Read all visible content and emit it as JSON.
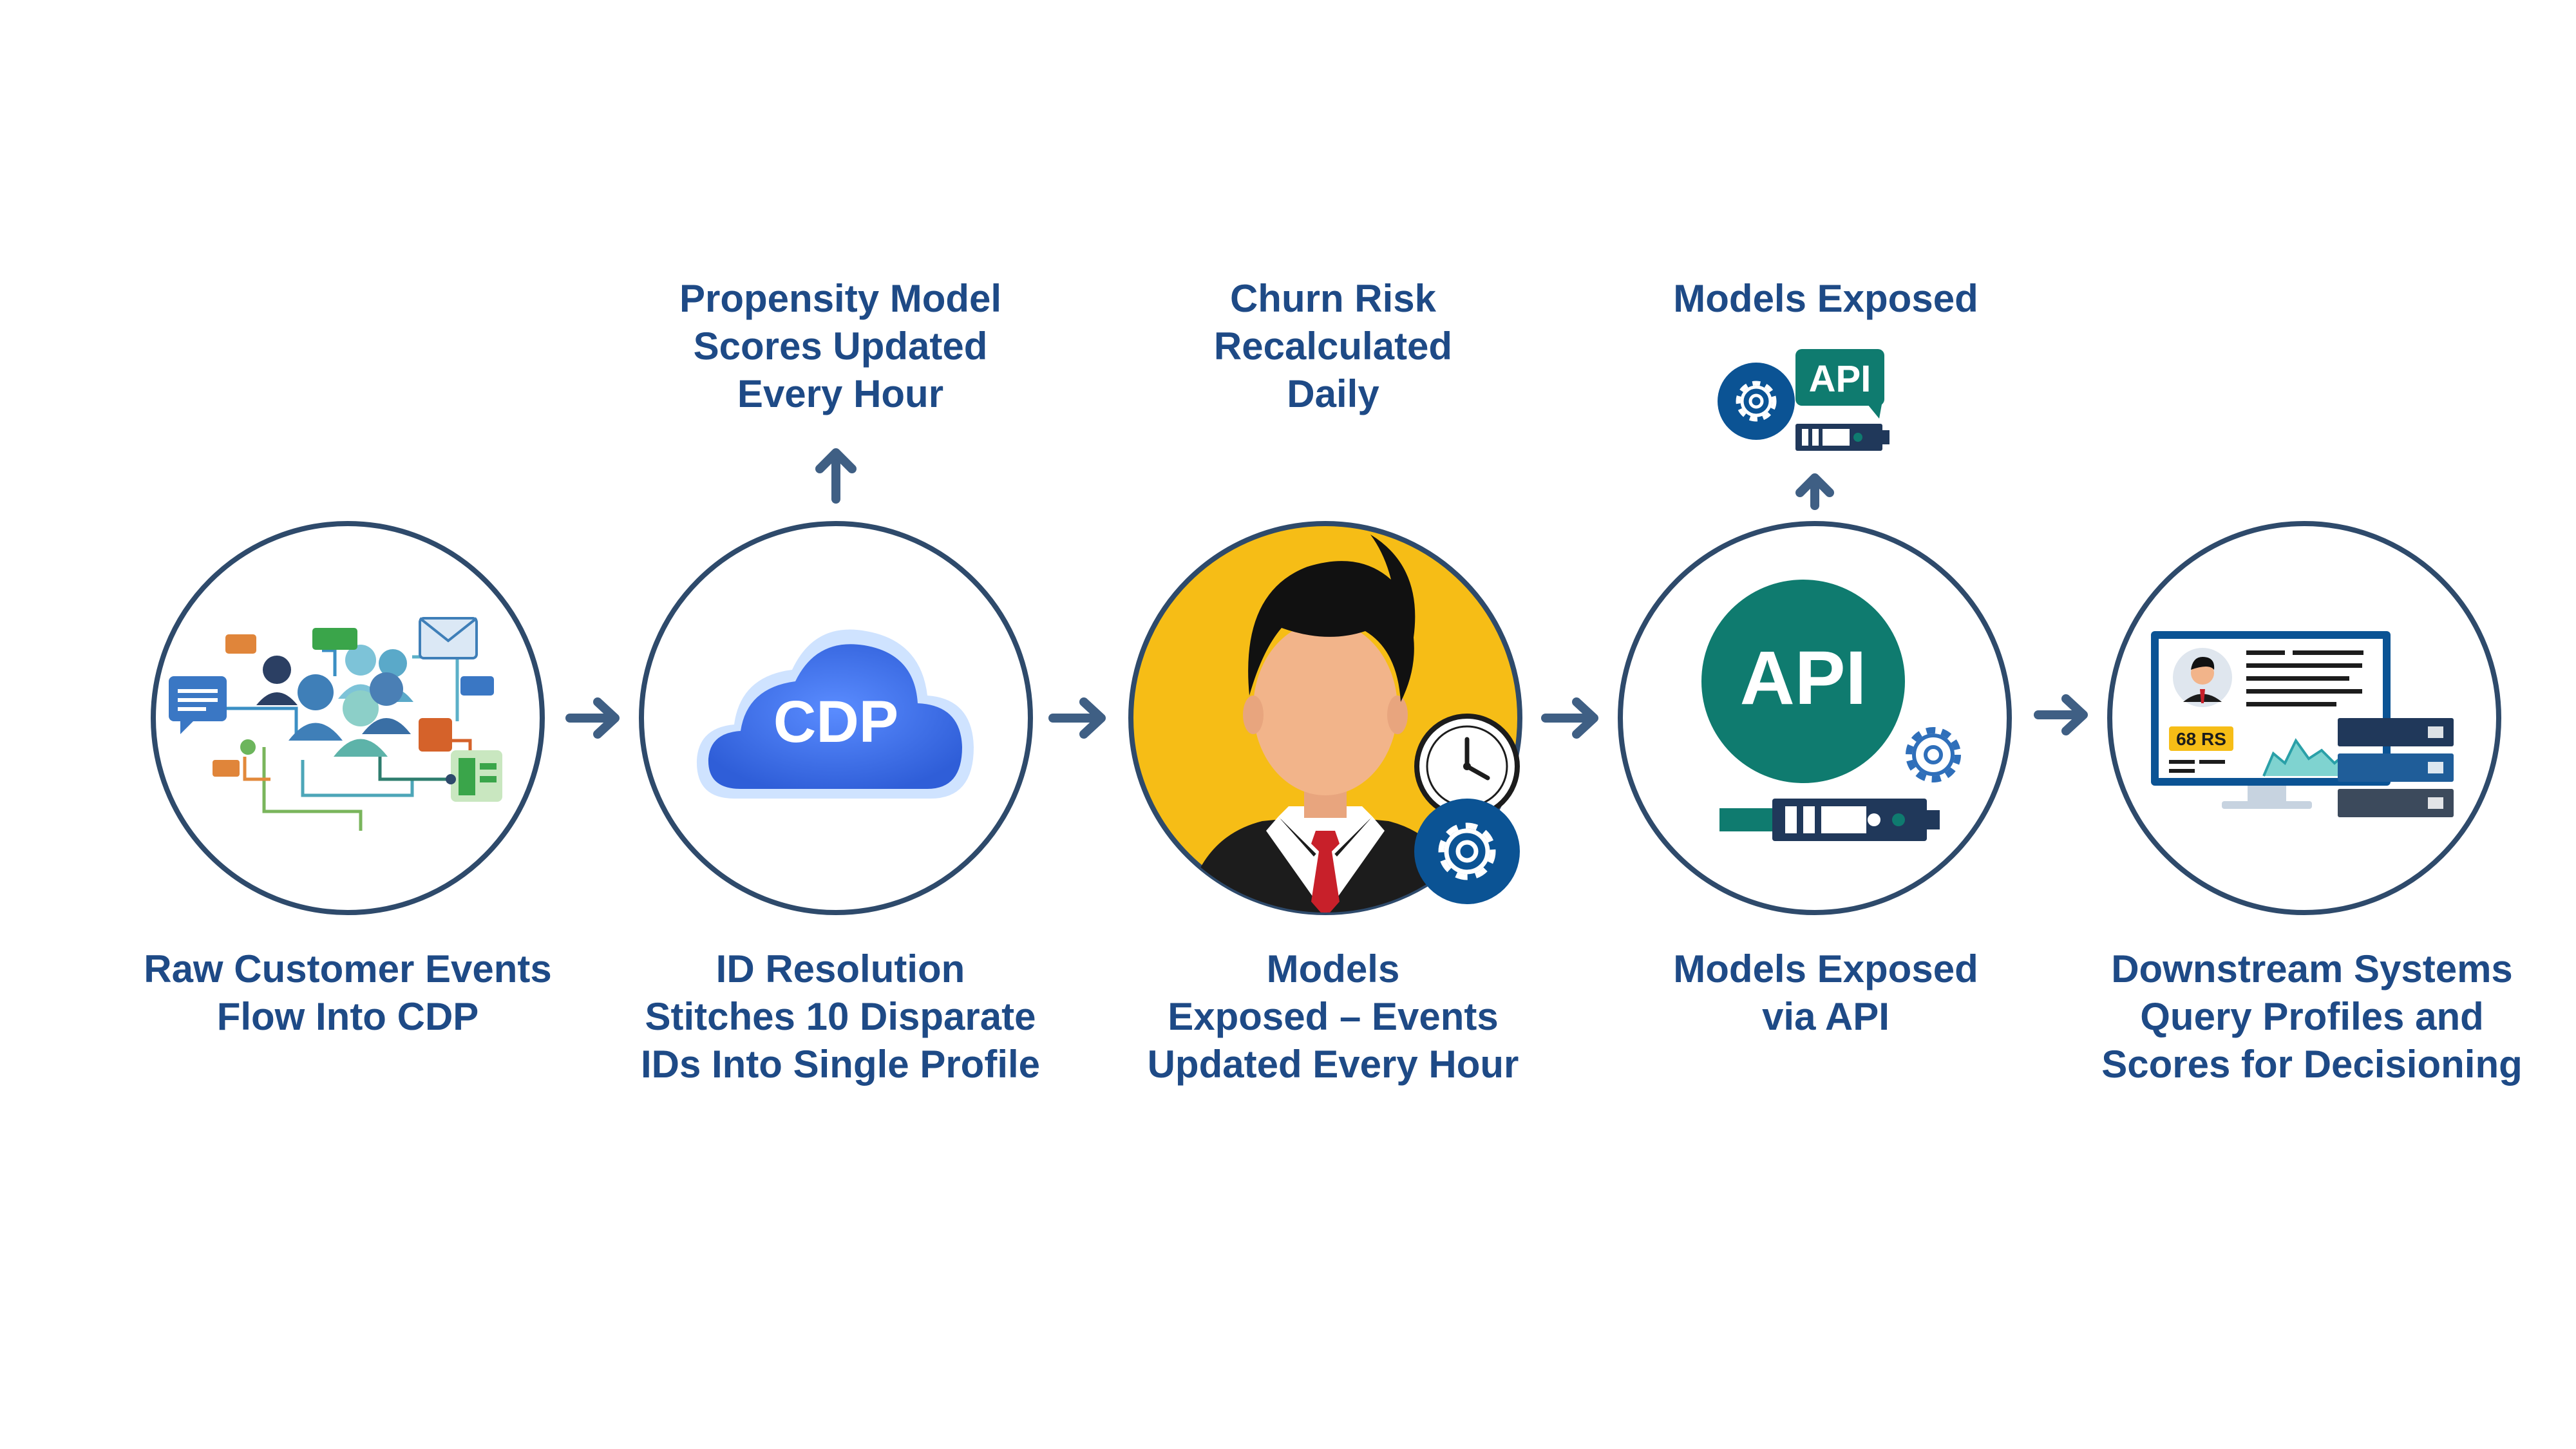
{
  "colors": {
    "ring": "#2e4a6b",
    "text": "#1e4a86",
    "arrow": "#3f5f84",
    "cdp_cloud": "#3b6fe0",
    "churn_bg": "#f6bd16",
    "gear_bg": "#0b5394",
    "api_teal": "#0f7b6f",
    "server_navy": "#20385a"
  },
  "stages": [
    {
      "icon": "customer-events-network-icon",
      "bottom_label": [
        "Raw Customer Events",
        "Flow Into CDP"
      ]
    },
    {
      "icon": "cdp-cloud-icon",
      "icon_text": "CDP",
      "top_label": [
        "Propensity Model",
        "Scores Updated",
        "Every Hour"
      ],
      "bottom_label": [
        "ID Resolution",
        "Stitches 10 Disparate",
        "IDs Into Single Profile"
      ]
    },
    {
      "icon": "businessman-clock-gear-icon",
      "top_label": [
        "Churn Risk",
        "Recalculated",
        "Daily"
      ],
      "bottom_label": [
        "Models",
        "Exposed – Events",
        "Updated Every Hour"
      ]
    },
    {
      "icon": "api-server-gear-icon",
      "icon_text": "API",
      "top_label": [
        "Models Exposed"
      ],
      "top_icon_text": "API",
      "bottom_label": [
        "Models Exposed",
        "via API"
      ]
    },
    {
      "icon": "profile-dashboard-servers-icon",
      "badge_text": "68 RS",
      "bottom_label": [
        "Downstream Systems",
        "Query Profiles and",
        "Scores for Decisioning"
      ]
    }
  ]
}
